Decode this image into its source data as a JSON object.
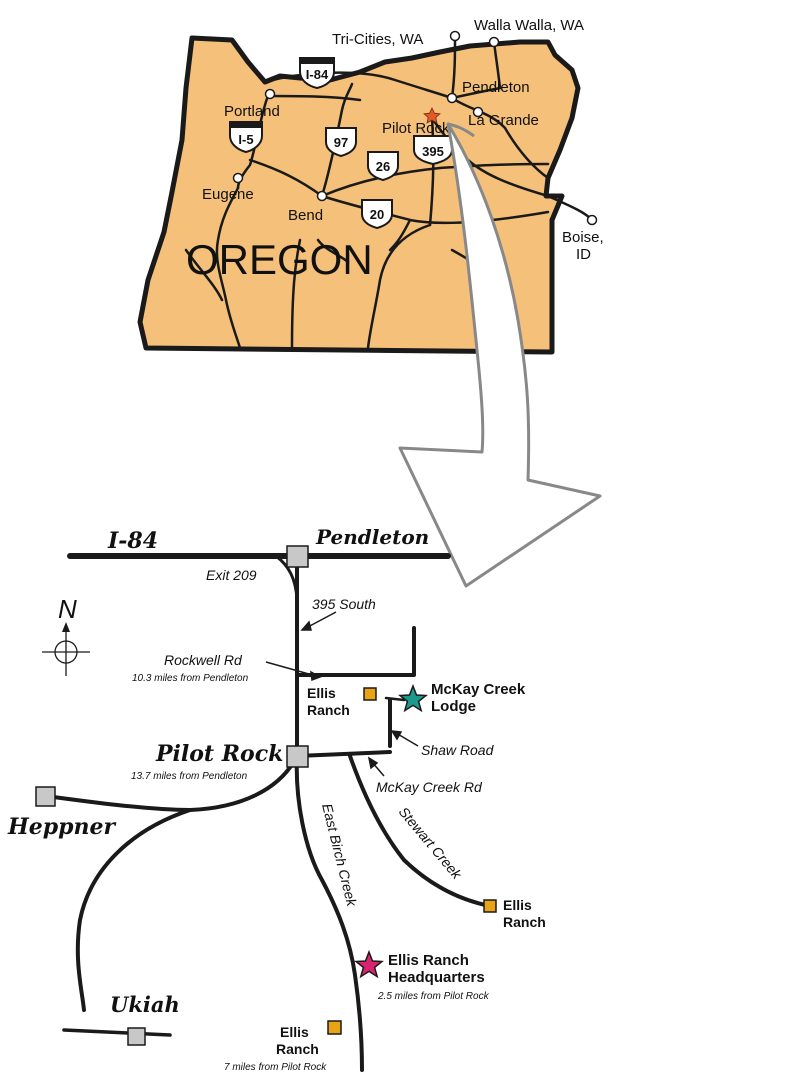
{
  "colors": {
    "state_fill": "#f5c07a",
    "outline": "#1a1a1a",
    "town_box": "#c8c8c8",
    "ranch_box": "#e8a317",
    "lodge_star": "#1a9a8a",
    "hq_star": "#d6246e",
    "pilot_rock_star": "#e05a2a",
    "arrow_outline": "#888888"
  },
  "overview": {
    "state_name": "OREGON",
    "cities": {
      "tri_cities": "Tri-Cities, WA",
      "walla_walla": "Walla Walla, WA",
      "pendleton": "Pendleton",
      "la_grande": "La Grande",
      "pilot_rock": "Pilot Rock",
      "portland": "Portland",
      "eugene": "Eugene",
      "bend": "Bend",
      "boise_line1": "Boise,",
      "boise_line2": "ID"
    },
    "highways": {
      "i84": "I-84",
      "i5": "I-5",
      "us97": "97",
      "us26": "26",
      "us395": "395",
      "us20": "20"
    }
  },
  "detail": {
    "interstate": "I-84",
    "towns": {
      "pendleton": "Pendleton",
      "pilot_rock": "Pilot Rock",
      "heppner": "Heppner",
      "ukiah": "Ukiah"
    },
    "compass": "N",
    "roads": {
      "exit": "Exit 209",
      "hwy395": "395 South",
      "rockwell": "Rockwell Rd",
      "shaw": "Shaw Road",
      "mckay_rd": "McKay Creek Rd",
      "stewart": "Stewart Creek",
      "east_birch": "East Birch Creek"
    },
    "distances": {
      "rockwell": "10.3 miles from Pendleton",
      "pilot_rock": "13.7 miles from Pendleton",
      "hq": "2.5 miles from Pilot Rock",
      "south_ranch": "7 miles from Pilot Rock"
    },
    "places": {
      "ranch_word1": "Ellis",
      "ranch_word2": "Ranch",
      "lodge_line1": "McKay Creek",
      "lodge_line2": "Lodge",
      "hq_line1": "Ellis Ranch",
      "hq_line2": "Headquarters"
    }
  }
}
